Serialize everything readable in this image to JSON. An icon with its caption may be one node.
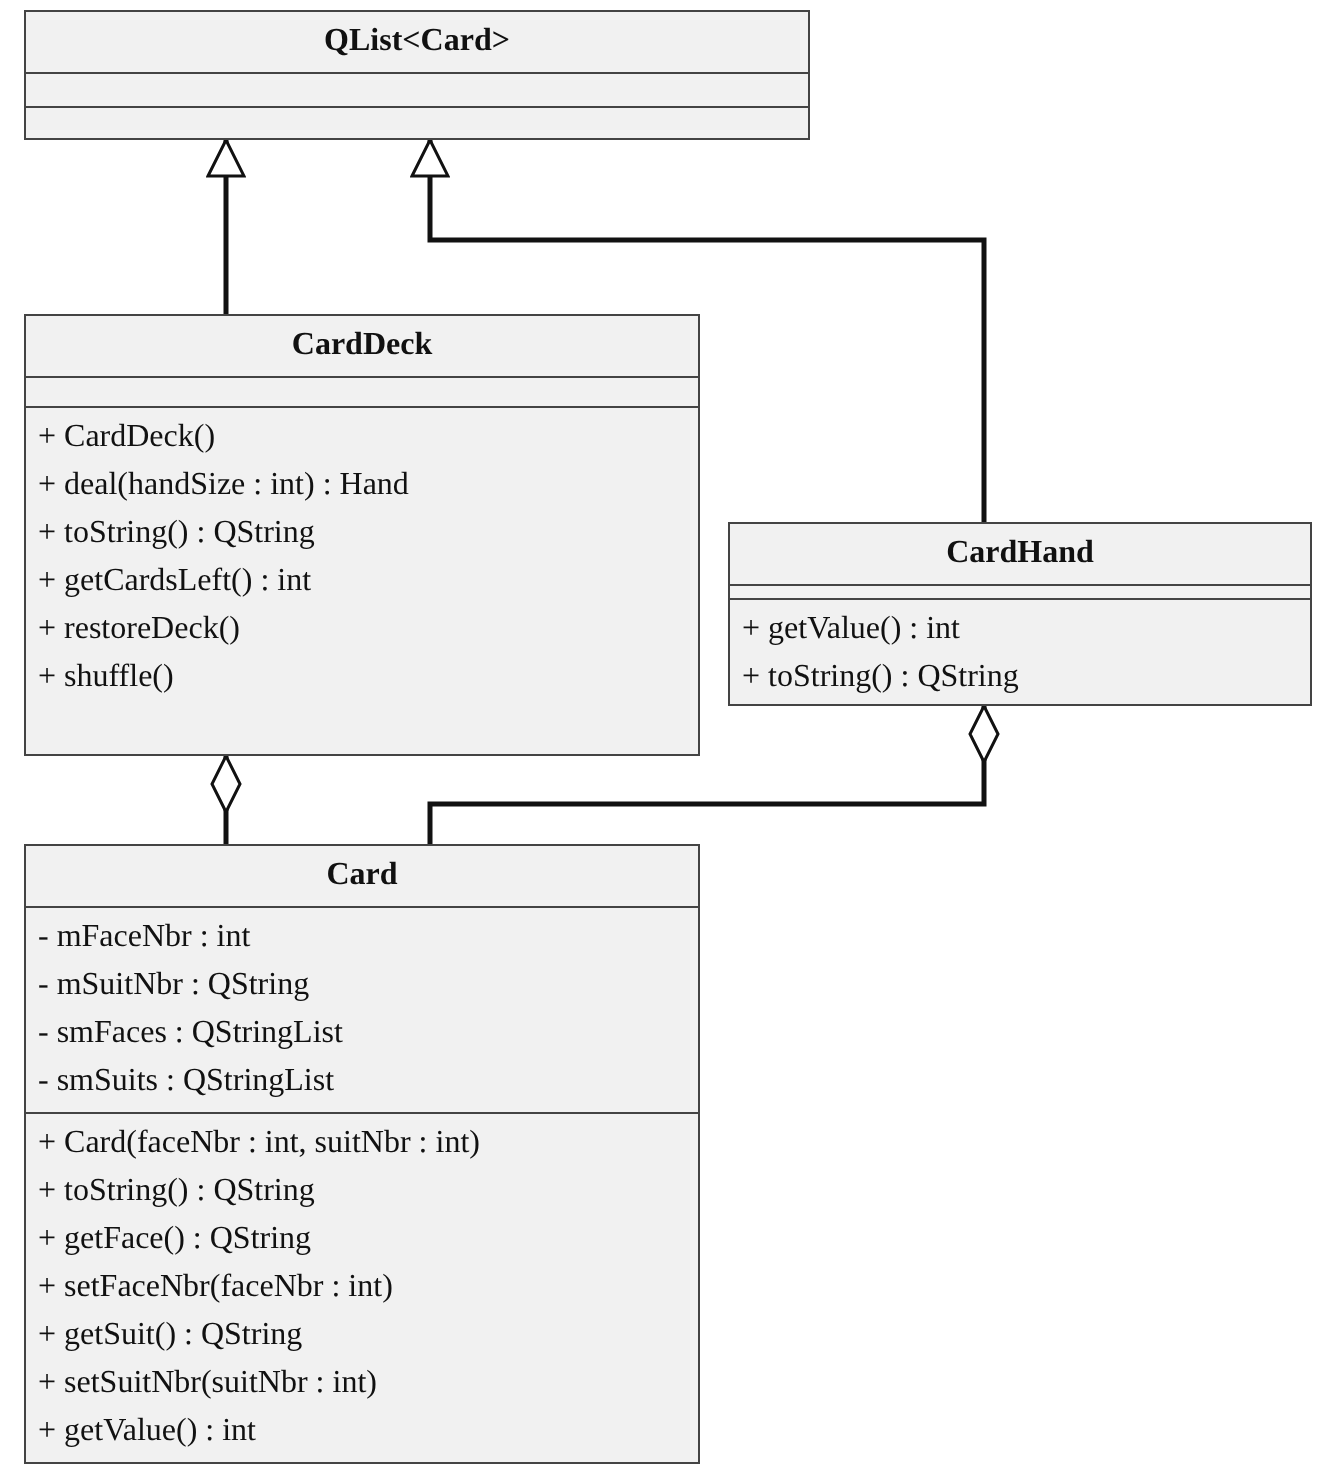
{
  "diagram": {
    "nodes": [
      {
        "text": [
          "QList<Card>"
        ]
      },
      {
        "text": [
          "CardDeck",
          "+ CardDeck()",
          "+ deal(handSize : int) : Hand",
          "+ toString() : QString",
          "+ getCardsLeft() : int",
          "+ restoreDeck()",
          "+ shuffle()"
        ]
      },
      {
        "text": [
          "CardHand",
          "+ getValue() : int",
          "+ toString() : QString"
        ]
      },
      {
        "text": [
          "Card",
          "- mFaceNbr : int",
          "- mSuitNbr : QString",
          "- smFaces : QStringList",
          "- smSuits : QStringList",
          "+ Card(faceNbr : int, suitNbr : int)",
          "+ toString() : QString",
          "+ getFace() : QString",
          "+ setFaceNbr(faceNbr : int)",
          "+ getSuit() : QString",
          "+ setSuitNbr(suitNbr : int)",
          "+ getValue() : int"
        ]
      }
    ],
    "edges": [
      {
        "from": 1,
        "to": 0,
        "arrow": "to"
      },
      {
        "from": 2,
        "to": 0,
        "arrow": "to"
      },
      {
        "from": 3,
        "to": 1,
        "arrow": "other"
      },
      {
        "from": 3,
        "to": 2,
        "arrow": "other"
      }
    ]
  }
}
